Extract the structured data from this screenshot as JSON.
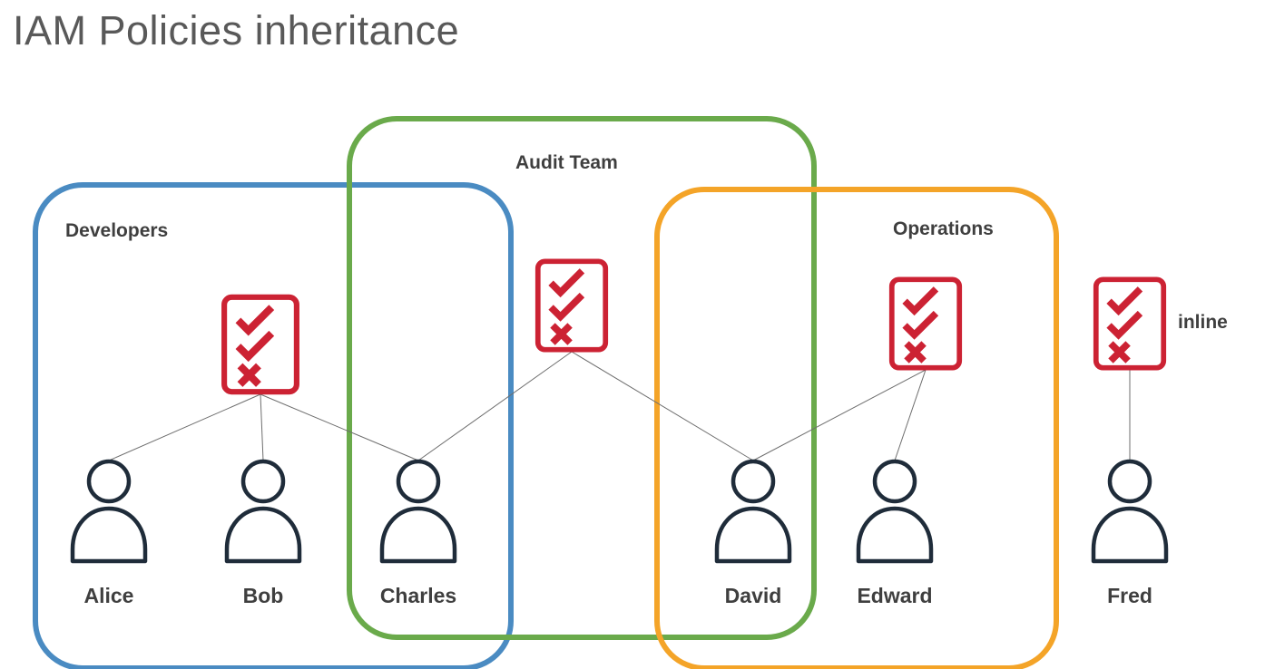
{
  "title": "IAM Policies inheritance",
  "colors": {
    "developers": "#4a8bc2",
    "audit": "#6aaa4b",
    "operations": "#f4a428",
    "policy": "#cc2233",
    "person": "#1f2c3a",
    "connector": "#6e6e6e",
    "title_text": "#595959",
    "label_text": "#3f3f3f"
  },
  "icons": {
    "policy": "policy-checklist-icon",
    "user": "person-icon"
  },
  "groups": [
    {
      "id": "developers",
      "label": "Developers"
    },
    {
      "id": "audit",
      "label": "Audit Team"
    },
    {
      "id": "operations",
      "label": "Operations"
    }
  ],
  "users": [
    {
      "id": "alice",
      "label": "Alice"
    },
    {
      "id": "bob",
      "label": "Bob"
    },
    {
      "id": "charles",
      "label": "Charles"
    },
    {
      "id": "david",
      "label": "David"
    },
    {
      "id": "edward",
      "label": "Edward"
    },
    {
      "id": "fred",
      "label": "Fred"
    }
  ],
  "policies": [
    {
      "id": "policy-developers"
    },
    {
      "id": "policy-audit"
    },
    {
      "id": "policy-operations"
    },
    {
      "id": "policy-inline",
      "label": "inline"
    }
  ],
  "connections": [
    {
      "from": "policy-developers",
      "to": "user-alice"
    },
    {
      "from": "policy-developers",
      "to": "user-bob"
    },
    {
      "from": "policy-developers",
      "to": "user-charles"
    },
    {
      "from": "policy-audit",
      "to": "user-charles"
    },
    {
      "from": "policy-audit",
      "to": "user-david"
    },
    {
      "from": "policy-operations",
      "to": "user-david"
    },
    {
      "from": "policy-operations",
      "to": "user-edward"
    },
    {
      "from": "policy-inline",
      "to": "user-fred"
    }
  ]
}
